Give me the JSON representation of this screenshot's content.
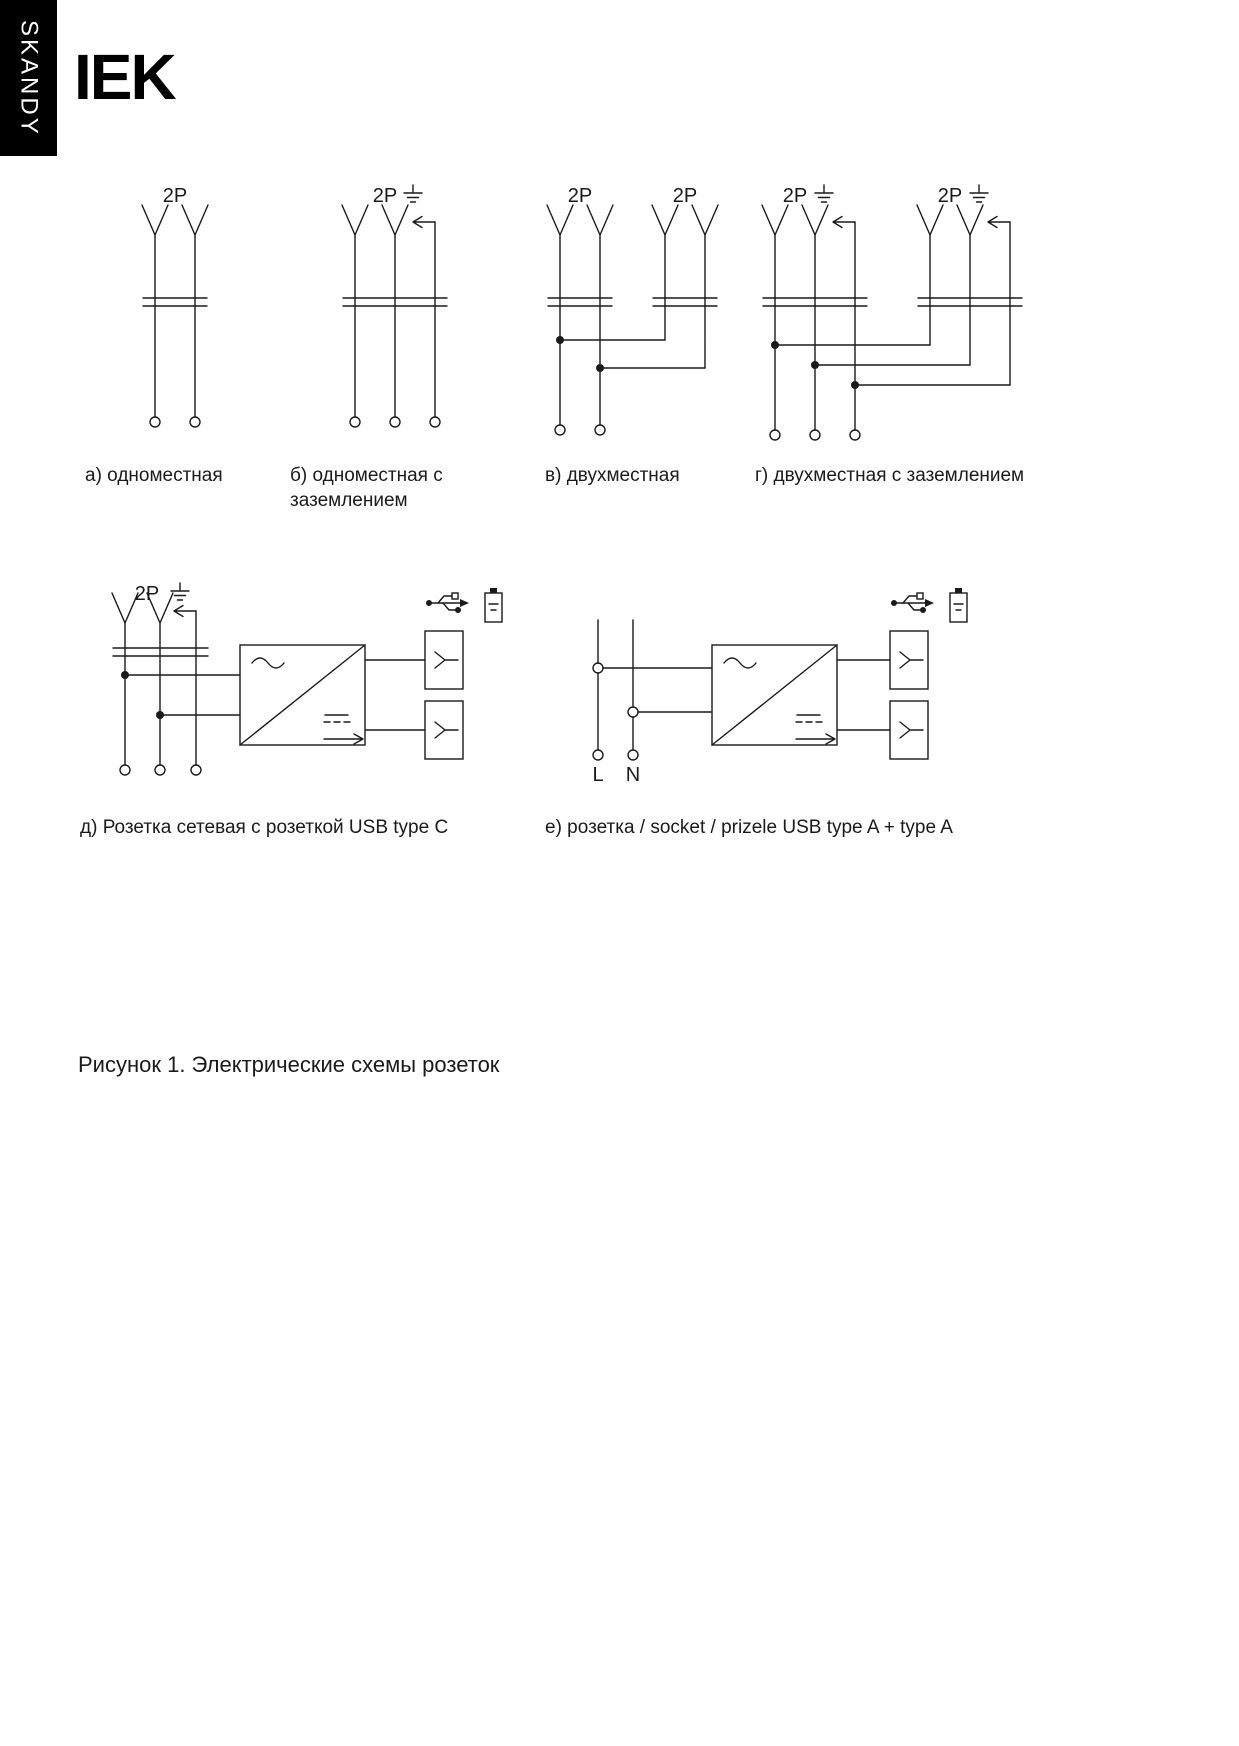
{
  "page": {
    "side_tab": "SKANDY",
    "logo": "IEK",
    "figure_caption": "Рисунок 1. Электрические схемы розеток"
  },
  "diagrams": {
    "a": {
      "label": "2P",
      "caption": "а) одноместная"
    },
    "b": {
      "label": "2P",
      "caption": "б) одноместная с заземлением"
    },
    "c": {
      "label1": "2P",
      "label2": "2P",
      "caption": "в) двухместная"
    },
    "d": {
      "label1": "2P",
      "label2": "2P",
      "caption": "г) двухместная с заземлением"
    },
    "e": {
      "label": "2P",
      "caption": "д) Розетка сетевая с розеткой USB type C"
    },
    "f": {
      "label_l": "L",
      "label_n": "N",
      "caption": "е) розетка / socket / prizele USB type A + type A"
    }
  }
}
